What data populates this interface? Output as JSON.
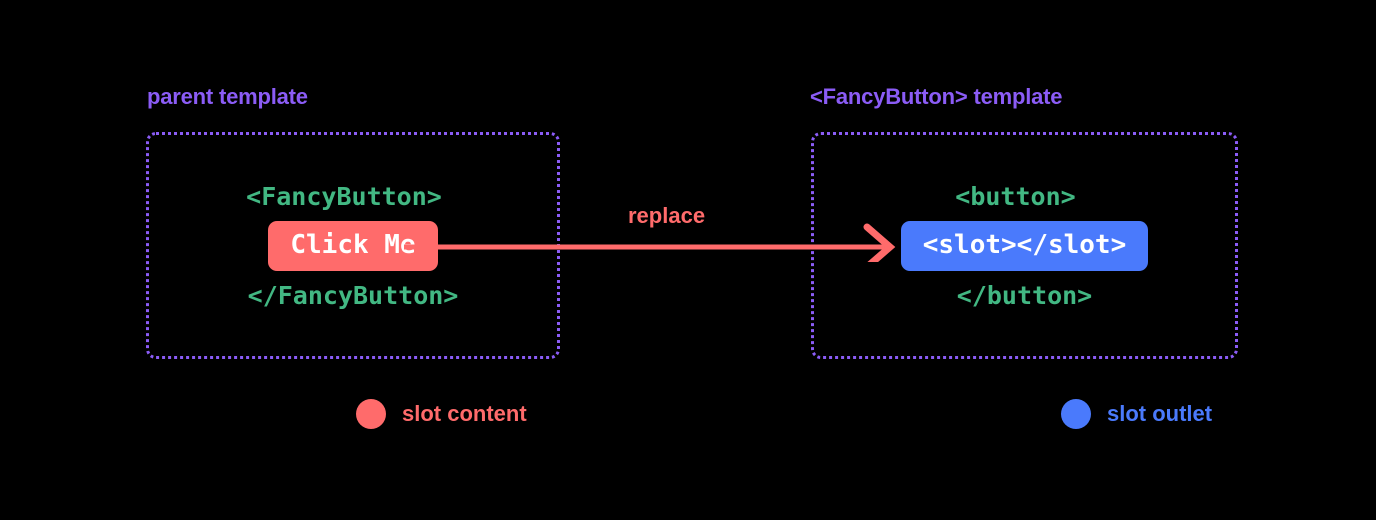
{
  "background_color": "#000000",
  "colors": {
    "slot_content": "#ff6b6b",
    "slot_outlet": "#4a7afc",
    "code_green": "#42b883",
    "label_purple": "#8b5cf6",
    "chip_text": "#ffffff"
  },
  "panels": {
    "parent": {
      "label": "parent template",
      "open_tag": "<FancyButton>",
      "chip": "Click Me",
      "close_tag": "</FancyButton>"
    },
    "fancy": {
      "label": "<FancyButton> template",
      "open_tag": "<button>",
      "chip": "<slot></slot>",
      "close_tag": "</button>"
    }
  },
  "connector": {
    "label": "replace",
    "direction": "left-to-right",
    "color": "#ff6b6b"
  },
  "legend": [
    {
      "icon": "circle-icon",
      "label": "slot content",
      "color": "#ff6b6b"
    },
    {
      "icon": "circle-icon",
      "label": "slot outlet",
      "color": "#4a7afc"
    }
  ]
}
